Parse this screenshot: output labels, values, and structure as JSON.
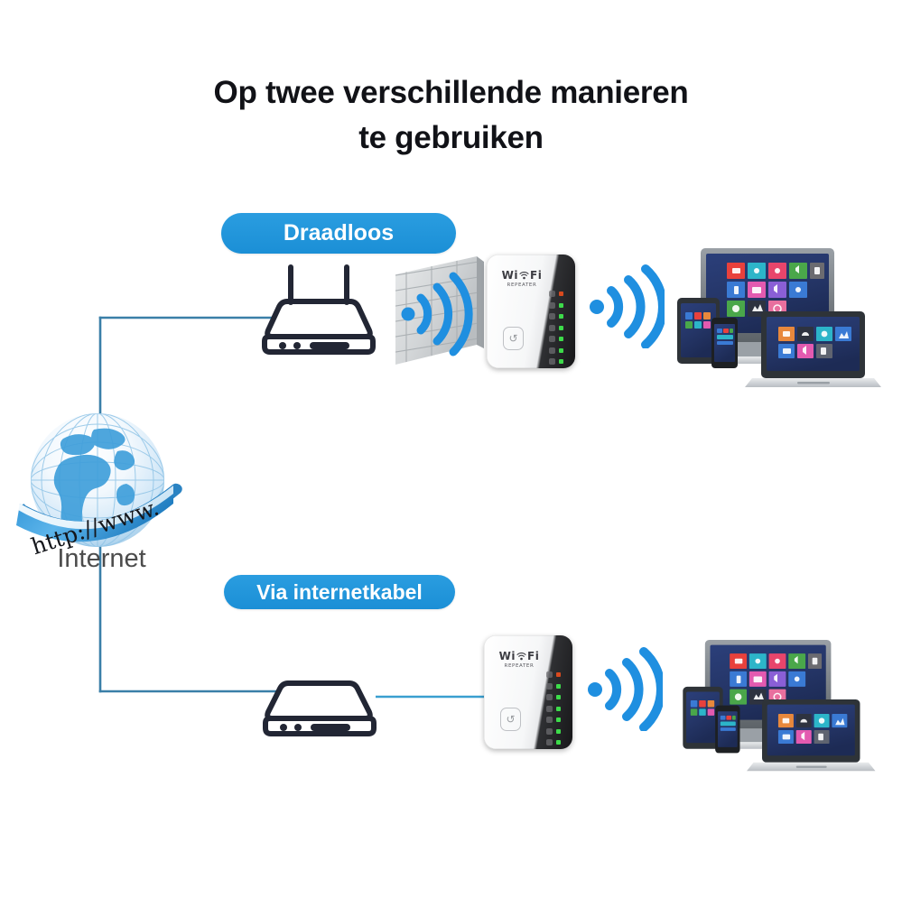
{
  "page": {
    "background_color": "#ffffff",
    "accent_blue": "#1f93db",
    "wave_blue": "#1f8fe0",
    "line_blue": "#3a7fa8",
    "title_color": "#111217",
    "label_color": "#4c4c4c"
  },
  "title": {
    "line1": "Op twee verschillende manieren",
    "line2": "te gebruiken"
  },
  "badges": {
    "wireless": "Draadloos",
    "cable": "Via internetkabel"
  },
  "internet": {
    "label": "Internet",
    "globe_banner_text": "http://www.",
    "icon": "globe-icon"
  },
  "devices": {
    "router": {
      "icon": "wifi-router-icon",
      "antennas": 2,
      "leds": 2
    },
    "modem": {
      "icon": "modem-icon",
      "antennas": 0,
      "leds": 2
    },
    "wall": {
      "icon": "brick-wall-icon",
      "overlay": "wifi-signal-through-wall"
    },
    "client_cluster": {
      "icon": "multi-device-cluster-icon",
      "items": [
        "desktop-monitor",
        "tablet",
        "smartphone",
        "laptop"
      ]
    }
  },
  "repeater": {
    "brand_line": "Wi Fi",
    "sub_line": "REPEATER",
    "wifi_glyph": "wifi-arc-icon",
    "button_glyph": "wps-button-icon",
    "led_count": 7,
    "led_colors": [
      "#d94a1e",
      "#3ddb4a",
      "#3ddb4a",
      "#3ddb4a",
      "#3ddb4a",
      "#3ddb4a",
      "#3ddb4a"
    ]
  },
  "rows": [
    {
      "id": "wireless-row",
      "badge": "Draadloos",
      "flow": [
        "internet",
        "router",
        "wall",
        "repeater",
        "wifi-signal",
        "devices"
      ]
    },
    {
      "id": "cable-row",
      "badge": "Via internetkabel",
      "flow": [
        "internet",
        "modem",
        "repeater",
        "wifi-signal",
        "devices"
      ]
    }
  ],
  "tiles": {
    "monitor_row1": [
      "#e8413c",
      "#2cb5c9",
      "#e8456b",
      "#4aa74a",
      "#6b6b70"
    ],
    "monitor_row2": [
      "#3a7ad4",
      "#e35ab0",
      "#8a5fd6",
      "#3a7ad4"
    ],
    "monitor_row3": [
      "#4aa74a",
      "#2e3340",
      "#e86f9e"
    ],
    "laptop_row1": [
      "#e8883c",
      "#2e3340",
      "#2cb5c9",
      "#3a7ad4"
    ],
    "laptop_row2": [
      "#3a7ad4",
      "#e35ab0",
      "#5f6470"
    ]
  }
}
